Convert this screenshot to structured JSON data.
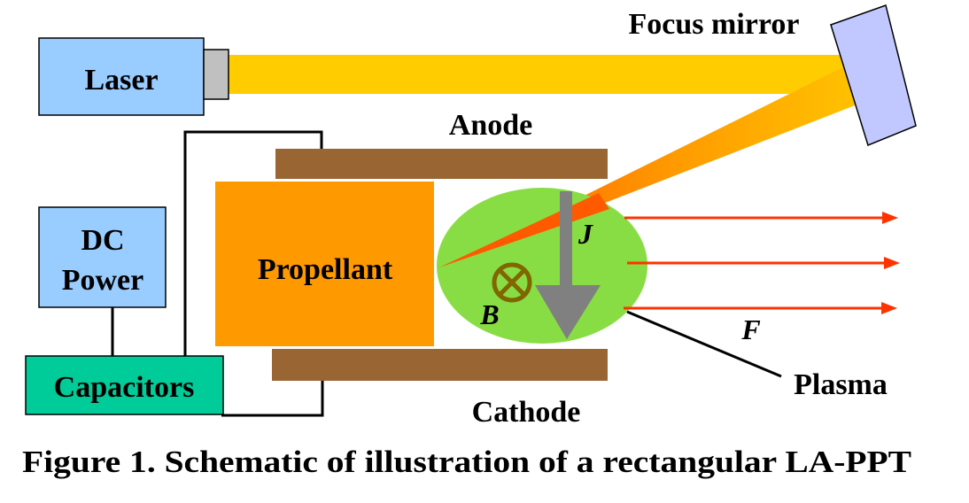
{
  "labels": {
    "laser": "Laser",
    "focus_mirror": "Focus mirror",
    "anode": "Anode",
    "dc_power_line1": "DC",
    "dc_power_line2": "Power",
    "propellant": "Propellant",
    "current_j": "J",
    "field_b": "B",
    "force_f": "F",
    "plasma": "Plasma",
    "capacitors": "Capacitors",
    "cathode": "Cathode"
  },
  "caption": "Figure 1. Schematic of illustration of a rectangular LA-PPT",
  "colors": {
    "box_blue": "#99ccff",
    "laser_beam": "#ffcc00",
    "electrode": "#996633",
    "propellant": "#ff9900",
    "plasma": "#88dd44",
    "capacitors": "#00cc99",
    "force_arrow": "#ff3300",
    "current_arrow": "#808080",
    "field_symbol": "#806600",
    "mirror": "#c0c8ff"
  }
}
